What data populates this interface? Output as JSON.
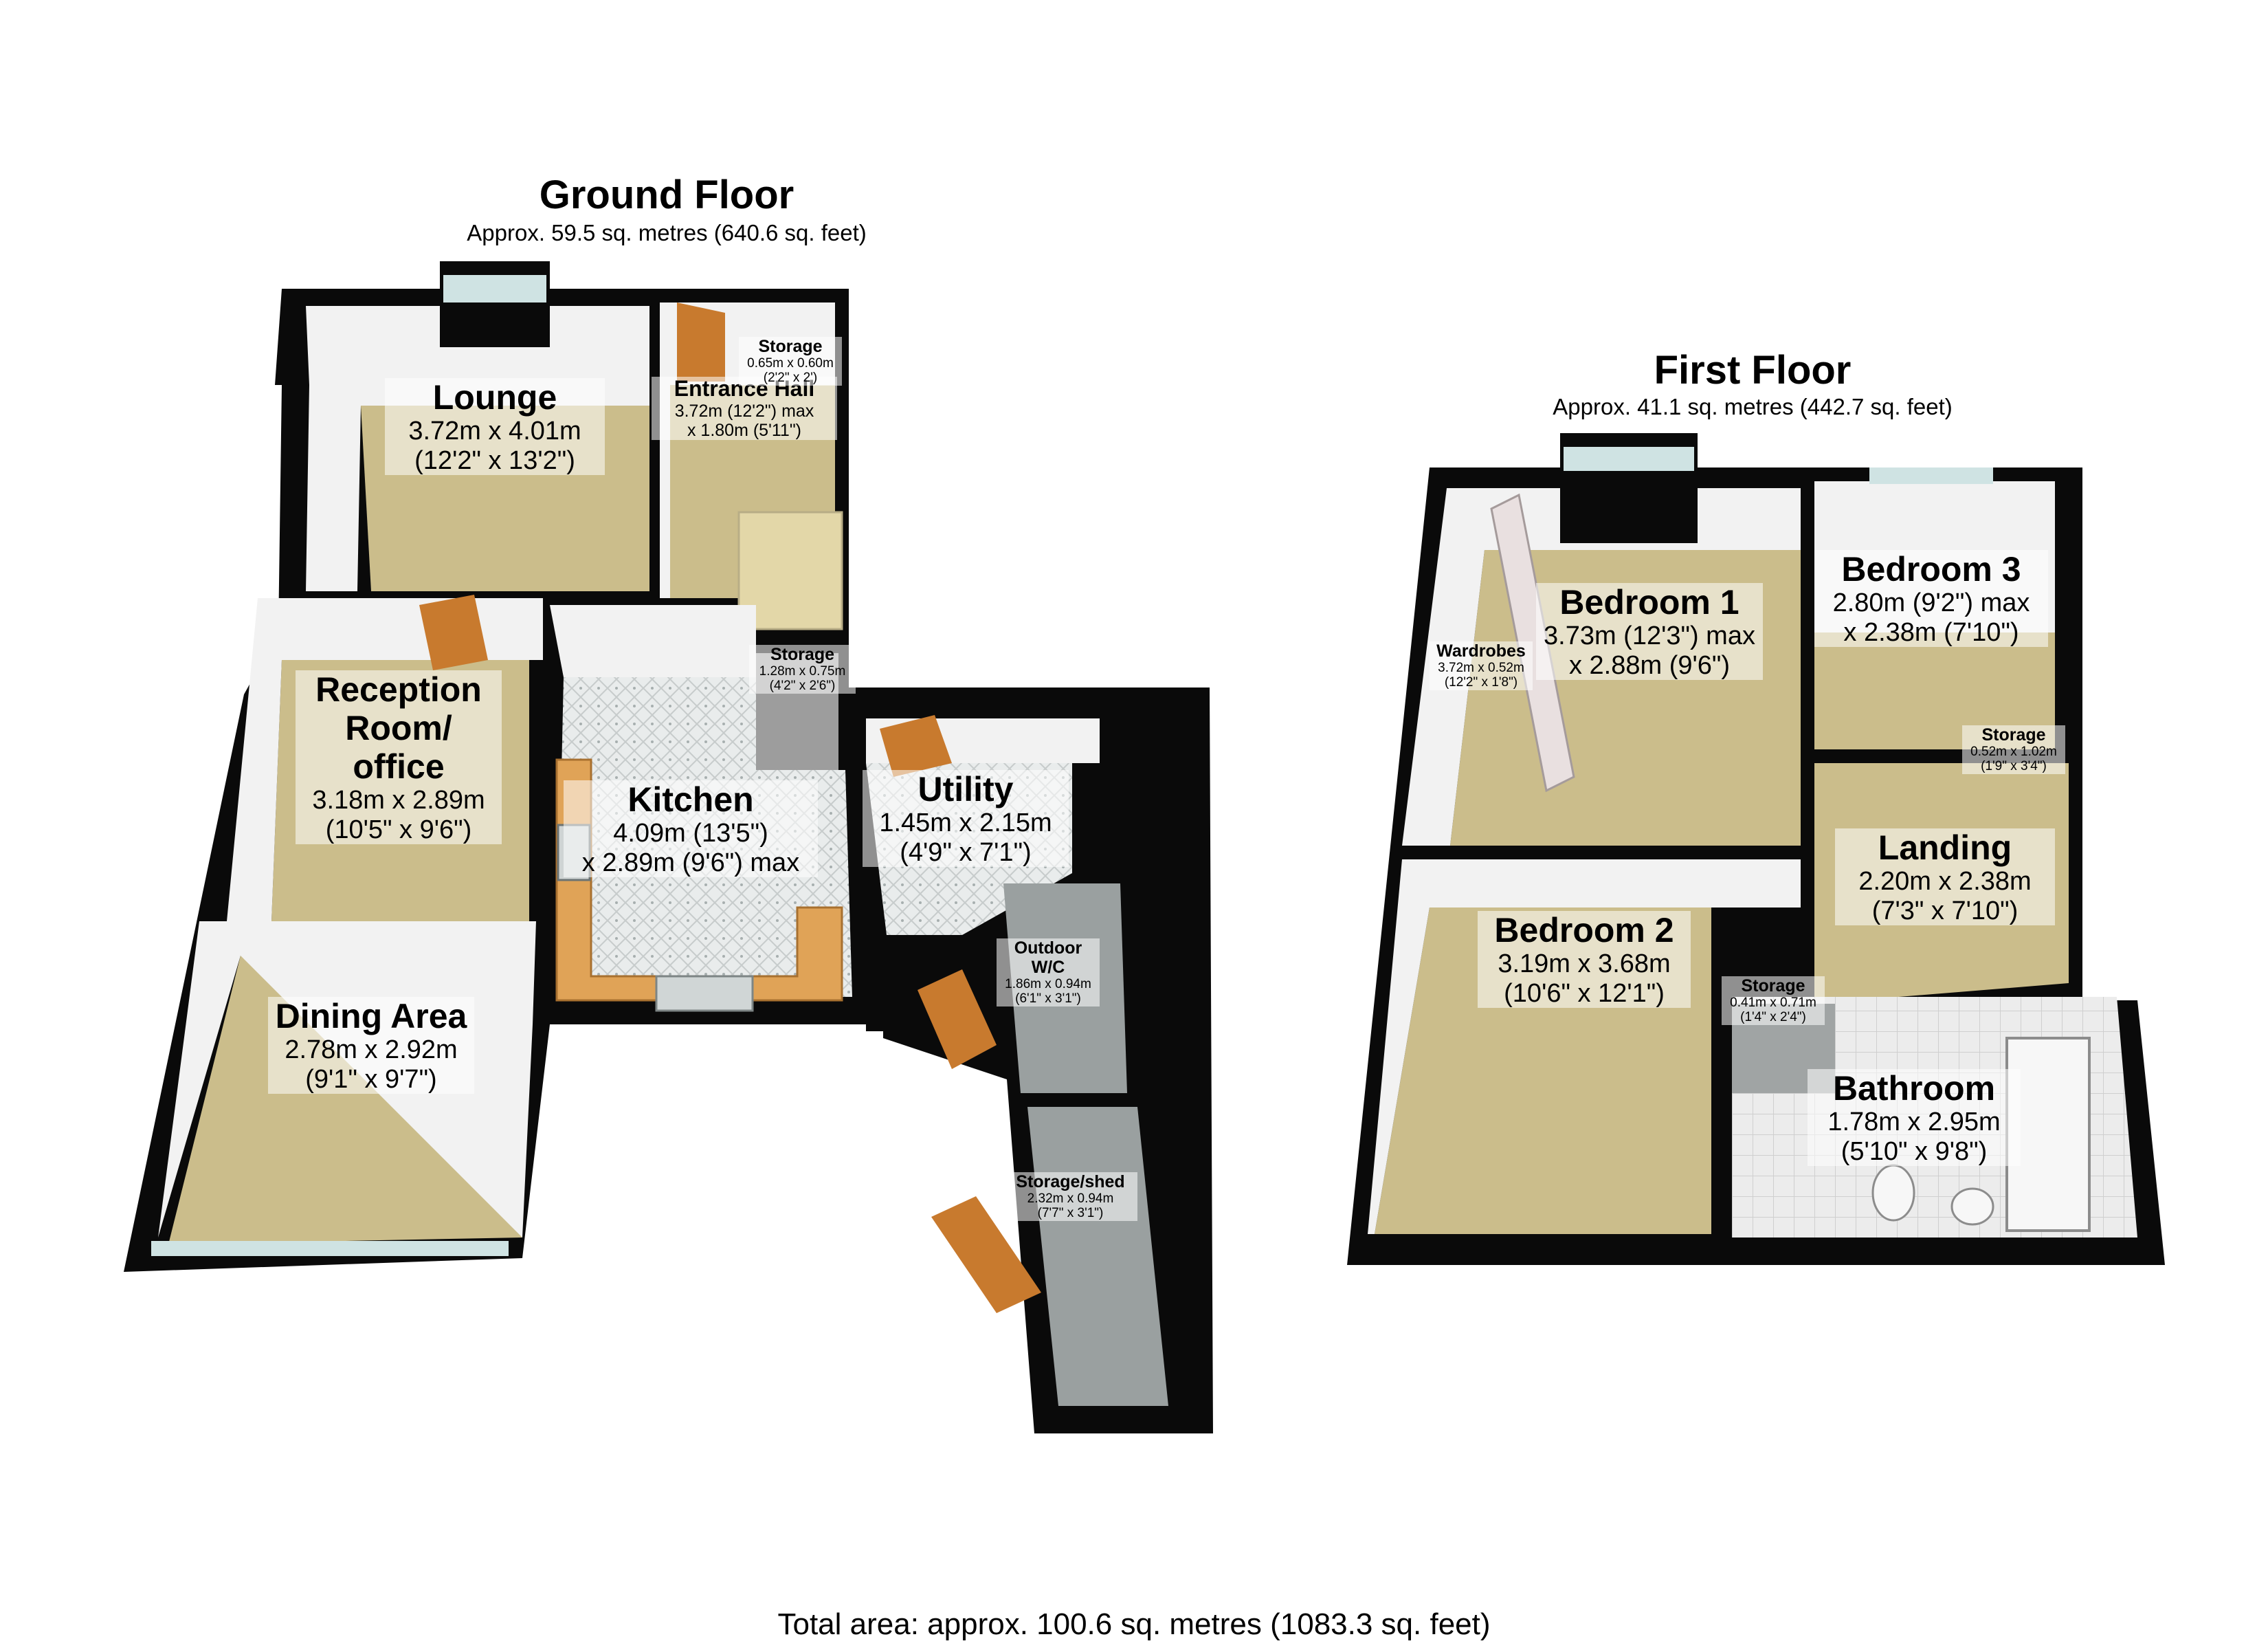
{
  "ground_floor": {
    "title": "Ground Floor",
    "area": "Approx. 59.5 sq. metres (640.6 sq. feet)",
    "rooms": [
      {
        "name": "Lounge",
        "dim1": "3.72m x 4.01m",
        "dim2": "(12'2\" x 13'2\")"
      },
      {
        "name": "Entrance Hall",
        "dim1": "3.72m (12'2\") max",
        "dim2": "x 1.80m (5'11\")"
      },
      {
        "name": "Storage",
        "dim1": "0.65m x 0.60m",
        "dim2": "(2'2\" x 2')"
      },
      {
        "name": "Reception Room/ office",
        "dim1": "3.18m x 2.89m",
        "dim2": "(10'5\" x 9'6\")"
      },
      {
        "name": "Storage",
        "dim1": "1.28m x 0.75m",
        "dim2": "(4'2\" x 2'6\")"
      },
      {
        "name": "Kitchen",
        "dim1": "4.09m (13'5\")",
        "dim2": "x 2.89m (9'6\") max"
      },
      {
        "name": "Utility",
        "dim1": "1.45m x 2.15m",
        "dim2": "(4'9\" x 7'1\")"
      },
      {
        "name": "Outdoor W/C",
        "dim1": "1.86m x 0.94m",
        "dim2": "(6'1\" x 3'1\")"
      },
      {
        "name": "Dining Area",
        "dim1": "2.78m x 2.92m",
        "dim2": "(9'1\" x 9'7\")"
      },
      {
        "name": "Storage/shed",
        "dim1": "2.32m x 0.94m",
        "dim2": "(7'7\" x 3'1\")"
      }
    ]
  },
  "first_floor": {
    "title": "First Floor",
    "area": "Approx. 41.1 sq. metres (442.7 sq. feet)",
    "rooms": [
      {
        "name": "Bedroom 1",
        "dim1": "3.73m (12'3\") max",
        "dim2": "x 2.88m (9'6\")"
      },
      {
        "name": "Wardrobes",
        "dim1": "3.72m x 0.52m",
        "dim2": "(12'2\" x 1'8\")"
      },
      {
        "name": "Bedroom 3",
        "dim1": "2.80m (9'2\") max",
        "dim2": "x 2.38m (7'10\")"
      },
      {
        "name": "Storage",
        "dim1": "0.52m x 1.02m",
        "dim2": "(1'9\" x 3'4\")"
      },
      {
        "name": "Landing",
        "dim1": "2.20m x 2.38m",
        "dim2": "(7'3\" x 7'10\")"
      },
      {
        "name": "Bedroom 2",
        "dim1": "3.19m x 3.68m",
        "dim2": "(10'6\" x 12'1\")"
      },
      {
        "name": "Storage",
        "dim1": "0.41m x 0.71m",
        "dim2": "(1'4\" x 2'4\")"
      },
      {
        "name": "Bathroom",
        "dim1": "1.78m x 2.95m",
        "dim2": "(5'10\" x 9'8\")"
      }
    ]
  },
  "total_area": "Total area: approx. 100.6 sq. metres (1083.3 sq. feet)",
  "colors": {
    "wall": "#0a0a0a",
    "carpet": "#cbbd8b",
    "wall_face": "#f2f2f2",
    "door_wood": "#c87a2e",
    "worktop": "#e0a357",
    "tile": "#e9ecec",
    "window_glass": "#cfe3e3",
    "shed_floor": "#9aa0a0"
  }
}
